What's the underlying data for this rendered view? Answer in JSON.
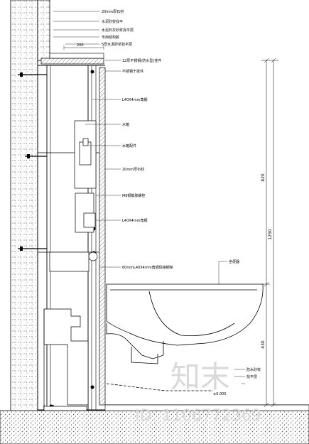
{
  "labels": {
    "top_20mm_stone": "20mm厚石材",
    "waterproof_layer": "水泥砂浆找平",
    "leveling_layer": "水泥石灰砂浆找平层",
    "fixing_anchor": "专用结构胶",
    "screed_anchor": "5厚水泥砂浆找平层",
    "sink_dim": "200",
    "hinge": "12厚不锈钢(防水型)挂件",
    "stone_hanger": "不锈钢干挂件",
    "steel_channel_top": "L40X4mm角钢",
    "water_tank": "水箱",
    "tank_fitting": "水箱配件",
    "stone_20mm_mid": "20mm厚石材",
    "steel_anchor": "M8钢膨胀螺栓",
    "steel_channel_mid": "L40X4mm角钢",
    "channel_frame": "60mmL40X4mm角钢焊接钢架",
    "toilet_top": "坐便器",
    "floor_seal": "防水砂浆",
    "floor_finish": "找平层",
    "floor_level": "±0.000"
  },
  "dimensions": {
    "total_height": "1250",
    "upper_height": "820",
    "lower_height": "430",
    "floor_elevation": "±0.000"
  },
  "watermark": {
    "brand": "知末",
    "id_text": "ID: 1106772369"
  },
  "colors": {
    "line": "#000000",
    "hatch": "#7a7a7a",
    "watermark": "#d9d9d9"
  }
}
